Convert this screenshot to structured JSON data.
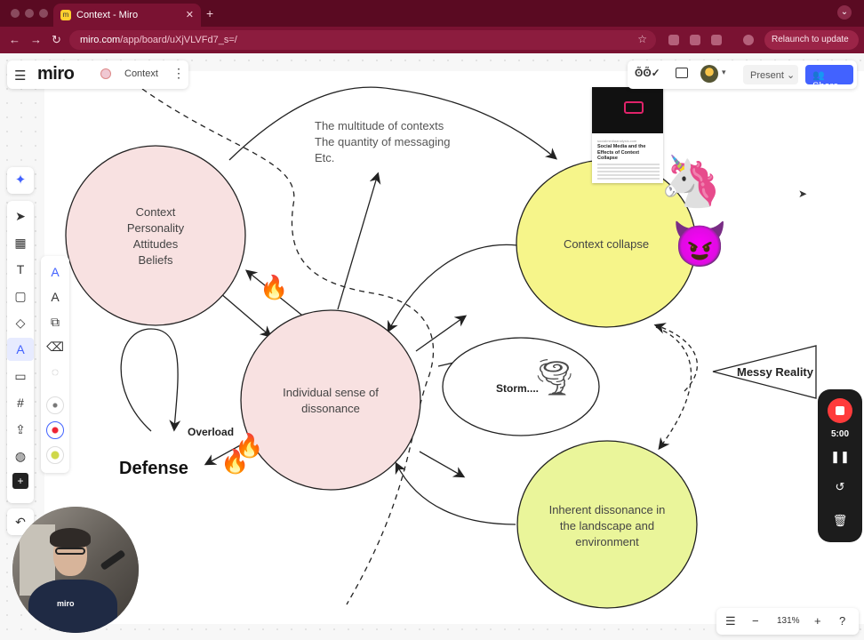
{
  "browser": {
    "tab_title": "Context - Miro",
    "tab_favicon": "miro-icon",
    "url_domain": "miro.com",
    "url_path": "/app/board/uXjVLVFd7_s=/",
    "relaunch_label": "Relaunch to update"
  },
  "header": {
    "logo_text": "miro",
    "board_name": "Context"
  },
  "topright": {
    "reactions_label": "ʘ̃ʘ̃✓",
    "present_label": "Present",
    "share_label": "Share"
  },
  "diagram": {
    "context_node": [
      "Context",
      "Personality",
      "Attitudes",
      "Beliefs"
    ],
    "individual_node": [
      "Individual sense of",
      "dissonance"
    ],
    "context_collapse_node": "Context collapse",
    "inherent_node": [
      "Inherent dissonance in",
      "the landscape and",
      "environment"
    ],
    "storm_label": "Storm....",
    "overload_label": "Overload",
    "defense_label": "Defense",
    "multitude_text": [
      "The multitude of contexts",
      "The quantity of messaging",
      "Etc."
    ],
    "messy_reality_label": "Messy Reality",
    "colors": {
      "context_fill": "#f8e1e1",
      "individual_fill": "#f8e1e1",
      "collapse_fill": "#f6f58a",
      "inherent_fill": "#eaf59a"
    }
  },
  "card": {
    "title": "Social Media and the Effects of Context Collapse",
    "source": "socialmediaanalysis.com"
  },
  "timer": {
    "time": "5:00"
  },
  "bottom": {
    "zoom": "131%"
  },
  "webcam": {
    "shirt_text": "miro"
  },
  "icons": {
    "fire": "🔥",
    "unicorn": "🦄",
    "devil": "😈",
    "tornado": "🌪"
  }
}
